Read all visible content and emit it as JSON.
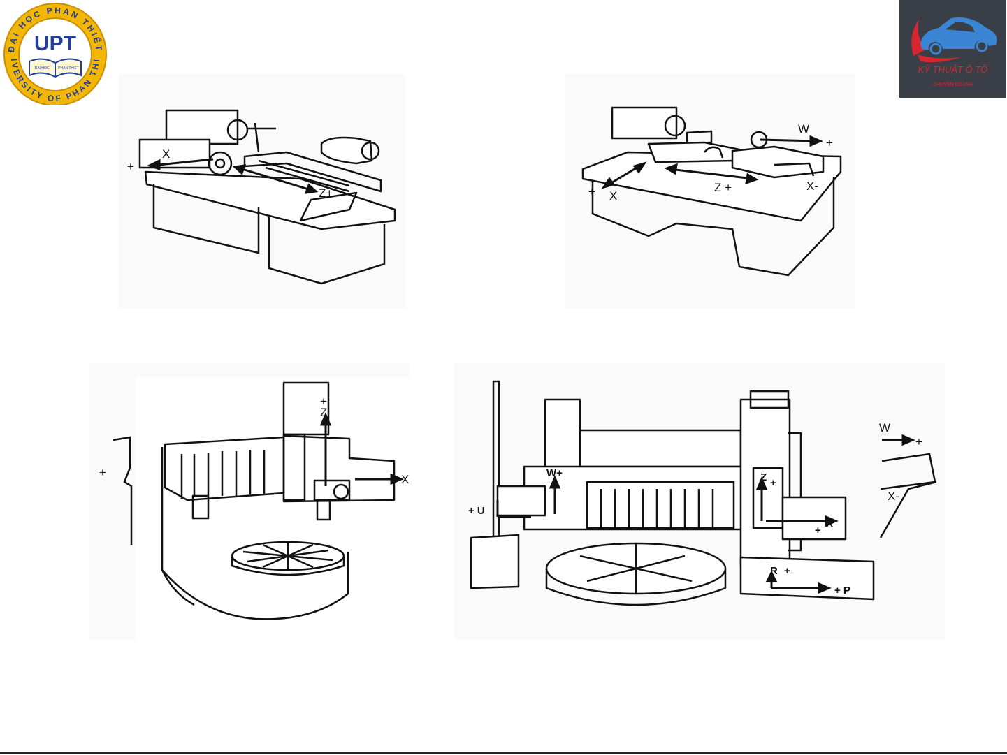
{
  "logo_left": {
    "main_text": "UPT",
    "ring_text_top": "ĐẠI HỌC PHAN THIẾT",
    "ring_text_bottom": "UNIVERSITY OF PHAN THIET",
    "book_left": "ĐẠI HỌC",
    "book_right": "PHAN THIẾT",
    "color_ring": "#f2b705",
    "color_text": "#1f3d99"
  },
  "logo_right": {
    "title": "KỸ THUẬT Ô TÔ",
    "subtitle": "CHUYÊN NGÀNH",
    "bg_color": "#3a3f47",
    "accent_color": "#d8262e",
    "car_color": "#3a86d4"
  },
  "figures": {
    "fig1": {
      "axis_x": "X",
      "axis_z": "Z+",
      "plus": "+"
    },
    "fig2": {
      "axis_w": "W",
      "plus_w": "+",
      "axis_x": "X",
      "plus_x": "+",
      "axis_z": "Z +",
      "axis_xminus": "X-"
    },
    "fig3": {
      "axis_z": "Z",
      "plus_z": "+",
      "axis_x": "X +",
      "plus_left": "+"
    },
    "fig4": {
      "axis_w": "W+",
      "axis_u": "+ U",
      "axis_z": "Z",
      "plus_z": "+",
      "axis_x": "X",
      "plus_x": "+",
      "axis_r": "R",
      "plus_r": "+",
      "axis_p": "+ P",
      "axis_w_right": "W",
      "plus_w_right": "+",
      "axis_xminus": "X-"
    }
  }
}
